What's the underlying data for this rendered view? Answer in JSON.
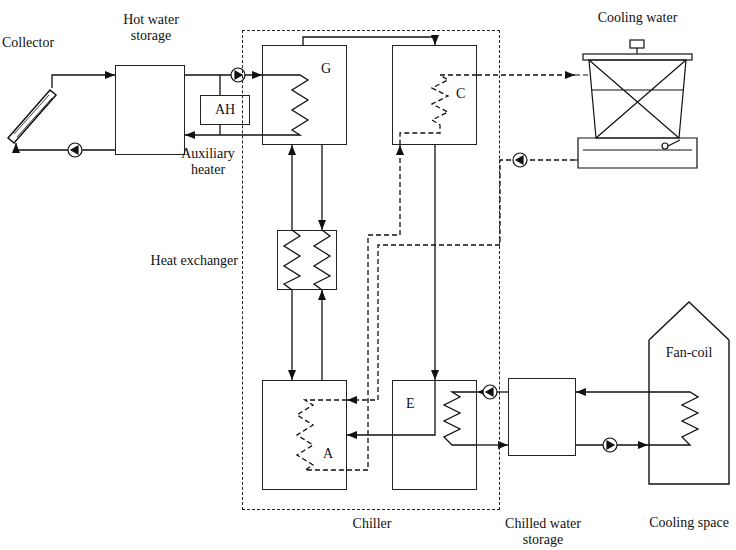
{
  "diagram": {
    "nodes": [
      {
        "text": [
          "Collector"
        ]
      },
      {
        "text": [
          "Hot water storage"
        ]
      },
      {
        "text": [
          "AH",
          "Auxiliary heater"
        ]
      },
      {
        "text": [
          "Chiller"
        ]
      },
      {
        "text": [
          "G"
        ],
        "in": 3
      },
      {
        "text": [
          "C"
        ],
        "in": 3
      },
      {
        "text": [
          "Heat exchanger"
        ],
        "in": 3
      },
      {
        "text": [
          "A"
        ],
        "in": 3
      },
      {
        "text": [
          "E"
        ],
        "in": 3
      },
      {
        "text": [
          "Cooling water"
        ]
      },
      {
        "text": [
          "Chilled water storage"
        ]
      },
      {
        "text": [
          "Fan-coil",
          "Cooling space"
        ]
      }
    ],
    "edges": [
      {
        "from": 0,
        "to": 1,
        "arrow": "to"
      },
      {
        "from": 1,
        "to": 0,
        "arrow": "to"
      },
      {
        "from": 1,
        "to": 4,
        "arrow": "to"
      },
      {
        "from": 4,
        "to": 1,
        "arrow": "to"
      },
      {
        "from": 4,
        "to": 5,
        "arrow": "to"
      },
      {
        "from": 5,
        "to": 9,
        "arrow": "to"
      },
      {
        "from": 9,
        "to": 7,
        "arrow": "to"
      },
      {
        "from": 7,
        "to": 5,
        "arrow": "to"
      },
      {
        "from": 5,
        "to": 8,
        "arrow": "to"
      },
      {
        "from": 8,
        "to": 7,
        "arrow": "to"
      },
      {
        "from": 6,
        "to": 4,
        "arrow": "to"
      },
      {
        "from": 4,
        "to": 6,
        "arrow": "to"
      },
      {
        "from": 6,
        "to": 7,
        "arrow": "to"
      },
      {
        "from": 7,
        "to": 6,
        "arrow": "to"
      },
      {
        "from": 10,
        "to": 8,
        "arrow": "to"
      },
      {
        "from": 8,
        "to": 10,
        "arrow": "to"
      },
      {
        "from": 11,
        "to": 10,
        "arrow": "to"
      },
      {
        "from": 10,
        "to": 11,
        "arrow": "to"
      }
    ]
  }
}
